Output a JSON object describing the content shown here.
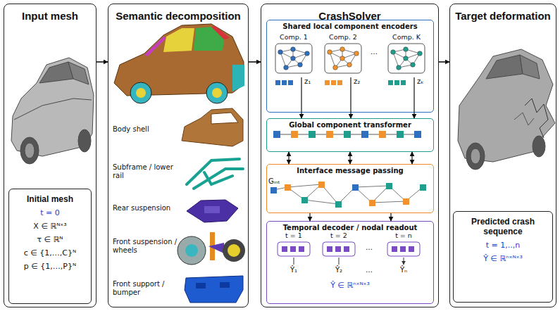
{
  "diagram": {
    "nodes": [
      {
        "text": [
          "Input mesh"
        ]
      },
      {
        "text": [
          "Initial mesh",
          "t = 0",
          "X ∈ ℝᴺˣ³",
          "τ ∈ ℝᴺ",
          "c ∈ {1,…,C}ᴺ",
          "p ∈ {1,…,P}ᴺ"
        ],
        "in": 0
      },
      {
        "text": [
          "Semantic decomposition"
        ]
      },
      {
        "text": [
          "CrashSolver"
        ]
      },
      {
        "text": [
          "Shared local component encoders"
        ],
        "in": 3
      },
      {
        "text": [
          "Comp. 1"
        ],
        "in": 4
      },
      {
        "text": [
          "Comp. 2"
        ],
        "in": 4
      },
      {
        "text": [
          "Comp. K"
        ],
        "in": 4
      },
      {
        "text": [
          "Global component transformer"
        ],
        "in": 3
      },
      {
        "text": [
          "Interface message passing"
        ],
        "in": 3
      },
      {
        "text": [
          "Temporal decoder / nodal readout"
        ],
        "in": 3
      },
      {
        "text": [
          "t = 1"
        ],
        "in": 10
      },
      {
        "text": [
          "t = 2"
        ],
        "in": 10
      },
      {
        "text": [
          "t = n"
        ],
        "in": 10
      },
      {
        "text": [
          "Target deformation"
        ]
      },
      {
        "text": [
          "Predicted crash sequence",
          "t = 1,..,n",
          "Ŷ ∈ ℝⁿˣᴺˣ³"
        ],
        "in": 14
      }
    ],
    "edges": [
      {
        "from": 0,
        "to": 2,
        "arrow": "to"
      },
      {
        "from": 2,
        "to": 3,
        "arrow": "to"
      },
      {
        "from": 3,
        "to": 14,
        "arrow": "to"
      },
      {
        "from": 5,
        "to": 8,
        "arrow": "to"
      },
      {
        "from": 6,
        "to": 8,
        "arrow": "to"
      },
      {
        "from": 7,
        "to": 8,
        "arrow": "to"
      },
      {
        "from": 8,
        "to": 9,
        "arrow": "both"
      },
      {
        "from": 8,
        "to": 9,
        "arrow": "both"
      },
      {
        "from": 8,
        "to": 9,
        "arrow": "both"
      },
      {
        "from": 9,
        "to": 10,
        "arrow": "to"
      },
      {
        "from": 9,
        "to": 10,
        "arrow": "to"
      }
    ],
    "labels": [
      "Body shell",
      "Subframe / lower rail",
      "Rear suspension",
      "Front suspension / wheels",
      "Front support / bumper",
      "…",
      "z₁",
      "z₂",
      "zₖ",
      "Gᵢₙₜ",
      "…",
      "Ŷ₁",
      "Ŷ₂",
      "…",
      "Ŷₙ",
      "Ŷ ∈ ℝⁿˣᴺˣ³"
    ]
  }
}
